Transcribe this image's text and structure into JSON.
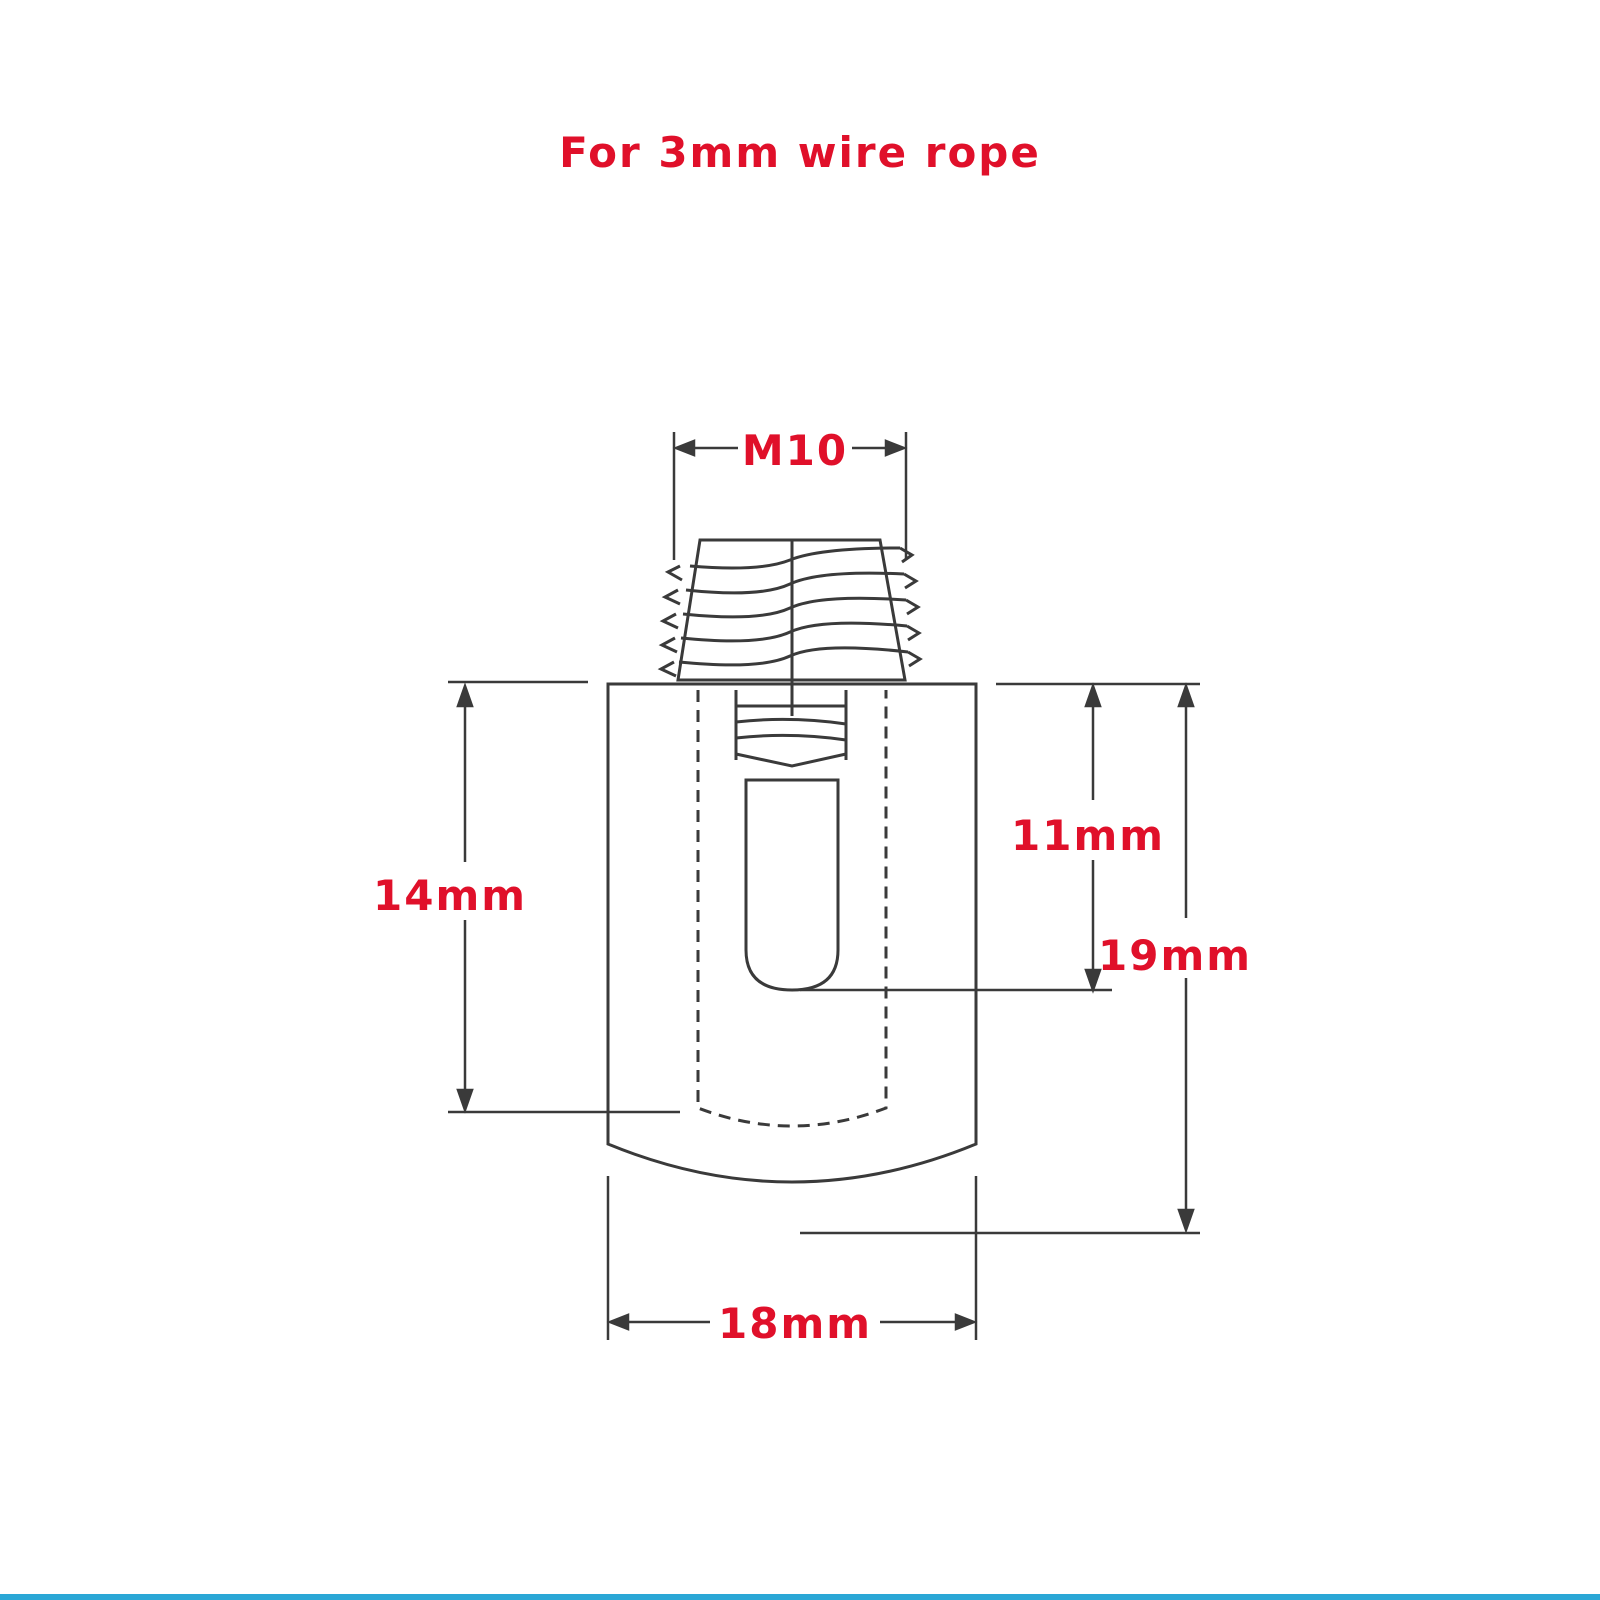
{
  "title": "For 3mm wire rope",
  "dimensions": {
    "thread": "M10",
    "slot_depth": "11mm",
    "body_height": "14mm",
    "total_height": "19mm",
    "width": "18mm"
  },
  "colors": {
    "label": "#e0102a",
    "line": "#3a3a3a",
    "accent_rule": "#2aa7d6"
  }
}
